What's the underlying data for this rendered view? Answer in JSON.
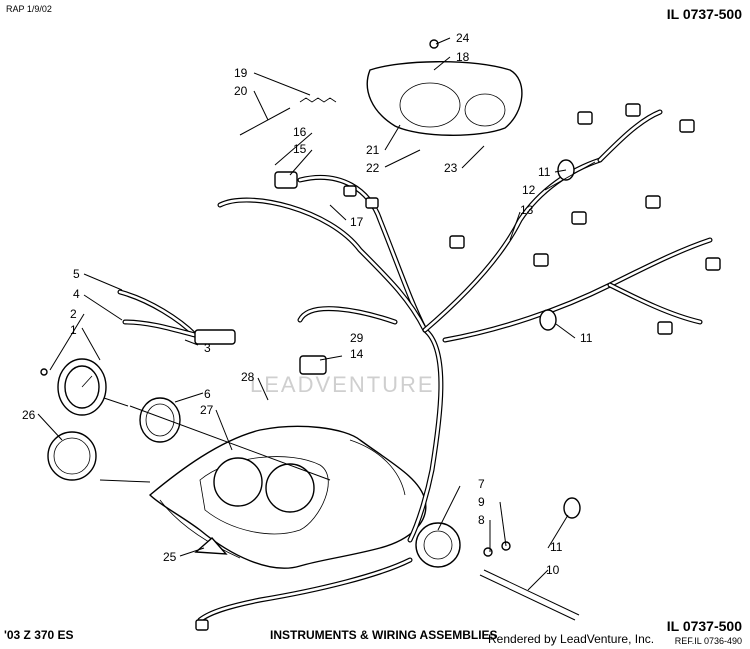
{
  "header": {
    "top_left": "RAP 1/9/02",
    "top_right": "IL 0737-500"
  },
  "footer": {
    "model": "'03 Z 370 ES",
    "title": "INSTRUMENTS & WIRING ASSEMBLIES",
    "rendered_by": "Rendered by LeadVenture, Inc.",
    "il_number": "IL 0737-500",
    "ref": "REF.IL 0736-490"
  },
  "watermark": "LEADVENTURE",
  "callouts": [
    {
      "id": "c1",
      "label": "1"
    },
    {
      "id": "c2",
      "label": "2"
    },
    {
      "id": "c3",
      "label": "3"
    },
    {
      "id": "c4",
      "label": "4"
    },
    {
      "id": "c5",
      "label": "5"
    },
    {
      "id": "c6",
      "label": "6"
    },
    {
      "id": "c7",
      "label": "7"
    },
    {
      "id": "c8",
      "label": "8"
    },
    {
      "id": "c9",
      "label": "9"
    },
    {
      "id": "c10",
      "label": "10"
    },
    {
      "id": "c11a",
      "label": "11"
    },
    {
      "id": "c11b",
      "label": "11"
    },
    {
      "id": "c11c",
      "label": "11"
    },
    {
      "id": "c12",
      "label": "12"
    },
    {
      "id": "c13",
      "label": "13"
    },
    {
      "id": "c14",
      "label": "14"
    },
    {
      "id": "c15",
      "label": "15"
    },
    {
      "id": "c16",
      "label": "16"
    },
    {
      "id": "c17",
      "label": "17"
    },
    {
      "id": "c18",
      "label": "18"
    },
    {
      "id": "c19",
      "label": "19"
    },
    {
      "id": "c20",
      "label": "20"
    },
    {
      "id": "c21",
      "label": "21"
    },
    {
      "id": "c22",
      "label": "22"
    },
    {
      "id": "c23",
      "label": "23"
    },
    {
      "id": "c24",
      "label": "24"
    },
    {
      "id": "c25",
      "label": "25"
    },
    {
      "id": "c26",
      "label": "26"
    },
    {
      "id": "c27",
      "label": "27"
    },
    {
      "id": "c28",
      "label": "28"
    },
    {
      "id": "c29",
      "label": "29"
    }
  ]
}
